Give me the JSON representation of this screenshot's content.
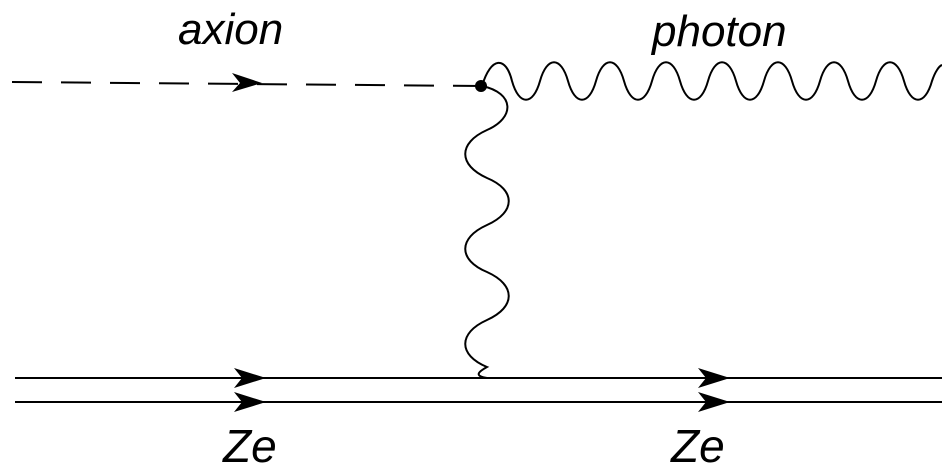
{
  "labels": {
    "axion": "axion",
    "photon": "photon",
    "nucleus_in": "Ze",
    "nucleus_out": "Ze"
  },
  "colors": {
    "ink": "#000000",
    "background": "#ffffff"
  }
}
